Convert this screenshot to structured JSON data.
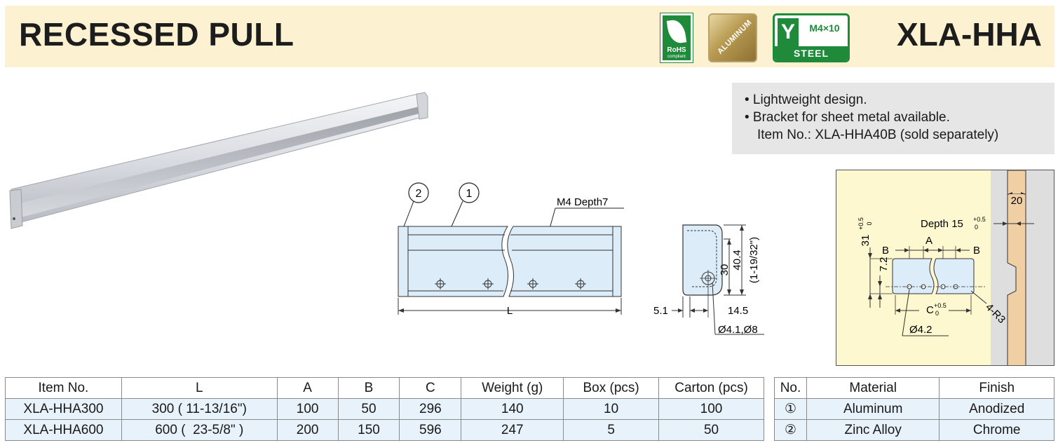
{
  "header": {
    "title": "RECESSED PULL",
    "model": "XLA-HHA",
    "badges": {
      "rohs_line1": "RoHS",
      "rohs_line2": "compliant",
      "aluminum": "ALUMINUM",
      "screw_letter": "Y",
      "screw_size": "M4×10",
      "steel": "STEEL"
    },
    "colors": {
      "banner": "#fcf2d2",
      "badge_green": "#1f8a3a"
    }
  },
  "features": {
    "line1": "• Lightweight design.",
    "line2": "• Bracket for sheet metal available.",
    "line3": "Item No.: XLA-HHA40B (sold separately)"
  },
  "front_drawing": {
    "callout_2": "2",
    "callout_1": "1",
    "thread_note": "M4  Depth7",
    "length_label": "L"
  },
  "side_drawing": {
    "dim_30": "30",
    "dim_40_4": "40.4",
    "dim_inch": "(1-19/32\")",
    "dim_5_1": "5.1",
    "dim_14_5": "14.5",
    "dim_holes": "Ø4.1,Ø8"
  },
  "cutout": {
    "dim_20": "20",
    "depth_label": "Depth 15",
    "depth_tol_upper": "+0.5",
    "depth_tol_lower": "0",
    "dim_31": "31",
    "dim_31_tol_upper": "+0.5",
    "dim_31_tol_lower": "0",
    "dim_7_2": "7.2",
    "label_a": "A",
    "label_b_left": "B",
    "label_b_right": "B",
    "label_c": "C",
    "c_tol_upper": "+0.5",
    "c_tol_lower": "0",
    "label_r3": "4-R3",
    "label_hole": "Ø4.2"
  },
  "spec_table": {
    "headers": [
      "Item No.",
      "L",
      "A",
      "B",
      "C",
      "Weight (g)",
      "Box (pcs)",
      "Carton (pcs)"
    ],
    "rows": [
      [
        "XLA-HHA300",
        "300 ( 11-13/16\")",
        "100",
        "50",
        "296",
        "140",
        "10",
        "100"
      ],
      [
        "XLA-HHA600",
        "600 (  23-5/8\" )",
        "200",
        "150",
        "596",
        "247",
        "5",
        "50"
      ]
    ]
  },
  "material_table": {
    "headers": [
      "No.",
      "Material",
      "Finish"
    ],
    "rows": [
      [
        "①",
        "Aluminum",
        "Anodized"
      ],
      [
        "②",
        "Zinc Alloy",
        "Chrome"
      ]
    ]
  }
}
